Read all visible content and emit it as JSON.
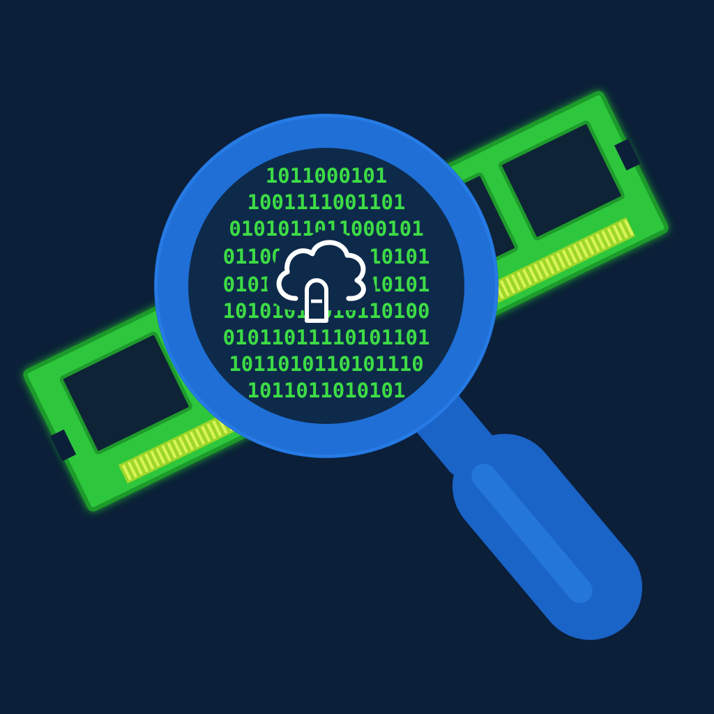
{
  "colors": {
    "background": "#0b1f38",
    "ram_board": "#2fc63d",
    "ram_board_dark": "#1f9a2c",
    "ram_pins": "#c8f03a",
    "ram_chip": "#0e2436",
    "magnifier_ring": "#1f6fd6",
    "magnifier_handle": "#1a63c7",
    "lens_fill": "#0e2a4a",
    "binary_digits": "#3ddc45",
    "cloud_icon": "#ffffff"
  },
  "icons": {
    "memory": "ram-module-icon",
    "magnifier": "magnifying-glass-icon",
    "center": "cloud-lock-icon"
  },
  "binary_lines": [
    "1011000101",
    "1001111001101",
    "0101011011000101",
    "01100101111010101",
    "01010101010110101",
    "10101011010110100",
    "01011011110101101",
    "1011010110101110",
    "1011011010101"
  ]
}
